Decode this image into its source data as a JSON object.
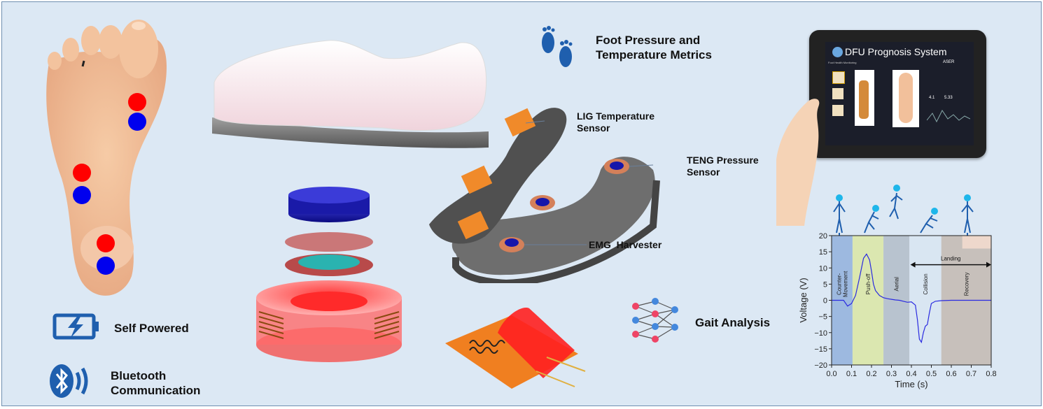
{
  "labels": {
    "foot_metrics": "Foot Pressure and\nTemperature Metrics",
    "lig_sensor": "LIG Temperature\nSensor",
    "teng_sensor": "TENG Pressure\nSensor",
    "emg_harvester": "EMG  Harvester",
    "self_powered": "Self Powered",
    "bluetooth": "Bluetooth\nCommunication",
    "gait_analysis": "Gait Analysis"
  },
  "tablet": {
    "title": "DFU Prognosis System",
    "header_left": "Foot Health Monitoring",
    "brand": "ASER",
    "value_a": "4.1",
    "value_b": "5.33"
  },
  "colors": {
    "background": "#dce8f4",
    "sensor_red": "#ff0000",
    "sensor_blue": "#0000ee",
    "accent_blue": "#1f5fae"
  },
  "chart_data": {
    "type": "line",
    "xlabel": "Time (s)",
    "ylabel": "Voltage (V)",
    "xlim": [
      0.0,
      0.8
    ],
    "ylim": [
      -20,
      20
    ],
    "xticks": [
      "0.0",
      "0.1",
      "0.2",
      "0.3",
      "0.4",
      "0.5",
      "0.6",
      "0.7",
      "0.8"
    ],
    "yticks": [
      "20",
      "15",
      "10",
      "5",
      "0",
      "−5",
      "−10",
      "−15",
      "−20"
    ],
    "phases": [
      {
        "label": "Counter-\nMovement",
        "x0": 0.0,
        "x1": 0.105,
        "color": "#9db9e0"
      },
      {
        "label": "Push-off",
        "x0": 0.105,
        "x1": 0.26,
        "color": "#dbe7b0"
      },
      {
        "label": "Aerial",
        "x0": 0.26,
        "x1": 0.39,
        "color": "#b8c3cf"
      },
      {
        "label": "Collision",
        "x0": 0.39,
        "x1": 0.55,
        "color": "#d9e6f2"
      },
      {
        "label": "Recovery",
        "x0": 0.55,
        "x1": 0.8,
        "color": "#c7c0bb"
      }
    ],
    "annotation": "Landing",
    "series": [
      {
        "x": [
          0.0,
          0.02,
          0.04,
          0.06,
          0.08,
          0.1,
          0.12,
          0.14,
          0.16,
          0.175,
          0.19,
          0.2,
          0.21,
          0.22,
          0.24,
          0.26,
          0.28,
          0.3,
          0.32,
          0.34,
          0.36,
          0.38,
          0.4,
          0.42,
          0.43,
          0.44,
          0.45,
          0.46,
          0.47,
          0.48,
          0.49,
          0.5,
          0.52,
          0.55,
          0.6,
          0.7,
          0.8
        ],
        "y": [
          0,
          0,
          0,
          0,
          -1.8,
          -1,
          1.5,
          7,
          13,
          14.3,
          12.5,
          9,
          5,
          3,
          1.5,
          0.8,
          0.5,
          0.3,
          0.1,
          0,
          -0.3,
          -0.6,
          -0.5,
          -1.5,
          -6,
          -12,
          -13,
          -10,
          -8,
          -7.5,
          -4,
          -1,
          -0.3,
          -0.1,
          0,
          0,
          0
        ]
      }
    ]
  }
}
